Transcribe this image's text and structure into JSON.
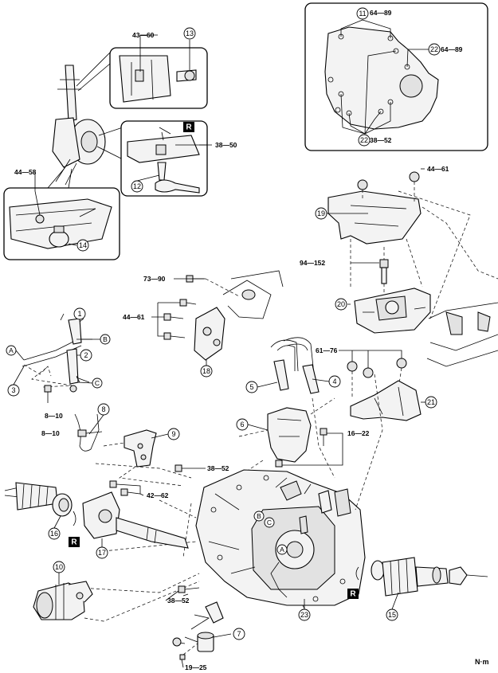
{
  "unit_label": "N·m",
  "torque_labels": {
    "t43_60": "43—60",
    "t64_89_a": "64—89",
    "t64_89_b": "64—89",
    "t38_52_a": "38—52",
    "t38_50": "38—50",
    "t44_58": "44—58",
    "t44_61_a": "44—61",
    "t94_152": "94—152",
    "t73_90": "73—90",
    "t44_61_b": "44—61",
    "t61_76": "61—76",
    "t8_10_a": "8—10",
    "t8_10_b": "8—10",
    "t16_22": "16—22",
    "t38_52_b": "38—52",
    "t42_62": "42—62",
    "t38_52_c": "38—52",
    "t19_25": "19—25"
  },
  "callouts": {
    "c1": "1",
    "c2": "2",
    "c3": "3",
    "c4": "4",
    "c5": "5",
    "c6": "6",
    "c7": "7",
    "c8": "8",
    "c9": "9",
    "c10": "10",
    "c11": "11",
    "c12": "12",
    "c13": "13",
    "c14": "14",
    "c15": "15",
    "c16": "16",
    "c17": "17",
    "c18": "18",
    "c19": "19",
    "c20": "20",
    "c21": "21",
    "c22a": "22",
    "c22b": "22",
    "c23": "23"
  },
  "letters": {
    "a1": "A",
    "b1": "B",
    "c1": "C",
    "a2": "A",
    "b2": "B",
    "c2": "C"
  },
  "r_marks": {
    "r1": "R",
    "r2": "R",
    "r3": "R"
  }
}
